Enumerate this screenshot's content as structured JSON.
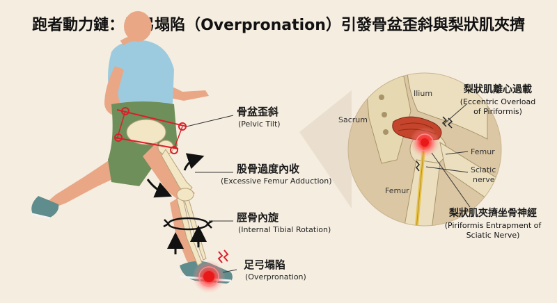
{
  "title": "跑者動力鏈：足弓塌陷（Overpronation）引發骨盆歪斜與梨狀肌夾擠",
  "callouts": {
    "pelvic_tilt": {
      "zh": "骨盆歪斜",
      "en": "(Pelvic Tilt)"
    },
    "femur_adduction": {
      "zh": "股骨過度內收",
      "en": "(Excessive Femur Adduction)"
    },
    "tibial_rotation": {
      "zh": "脛骨內旋",
      "en": "(Internal Tibial Rotation)"
    },
    "overpronation": {
      "zh": "足弓塌陷",
      "en": "(Overpronation)"
    }
  },
  "inset": {
    "ilium": "Ilium",
    "sacrum": "Sacrum",
    "femur_left": "Femur",
    "femur_right": "Femur",
    "sciatic_nerve_line1": "Sciatic",
    "sciatic_nerve_line2": "nerve",
    "piriformis_overload": {
      "zh": "梨狀肌離心過載",
      "en_line1": "(Eccentric Overload",
      "en_line2": "of Piriformis)"
    },
    "piriformis_entrapment": {
      "zh": "梨狀肌夾擠坐骨神經",
      "en_line1": "(Piriformis Entrapment of",
      "en_line2": "Sciatic Nerve)"
    }
  },
  "colors": {
    "background": "#f5ede0",
    "accent_red": "#d8202a",
    "skin": "#e9a786",
    "tank_top": "#9ccbe0",
    "shorts": "#6f8f5a",
    "bone": "#f2e6c4",
    "shoe": "#5f8c8c",
    "inset_bg": "#dcc7a4",
    "muscle": "#c4452b",
    "nerve": "#e7c24a"
  }
}
